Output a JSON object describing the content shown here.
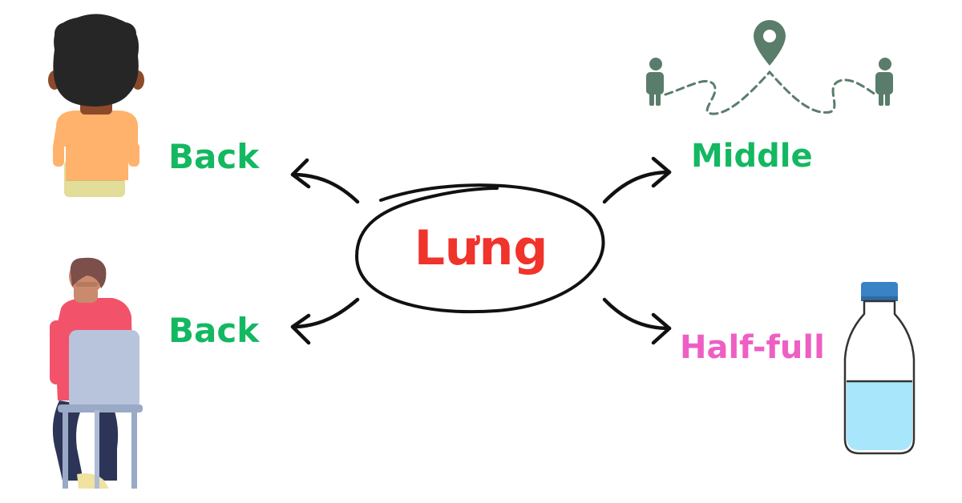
{
  "center": {
    "word": "Lưng"
  },
  "meanings": [
    {
      "label": "Back"
    },
    {
      "label": "Back"
    },
    {
      "label": "Middle"
    },
    {
      "label": "Half-full"
    }
  ],
  "colors": {
    "center_text": "#f0332b",
    "meaning_green": "#13b861",
    "meaning_pink": "#ee5fc4",
    "arrow": "#111111",
    "route_gray_green": "#5a7d6b",
    "shirt_orange": "#ffb26b",
    "shirt_red": "#f2536a",
    "chair_blue": "#b7c4dc",
    "water_blue": "#a8e6fb",
    "cap_blue": "#3a82c6"
  },
  "icons": [
    "boy-back-view-icon",
    "person-on-chair-icon",
    "route-map-pin-icon",
    "water-bottle-icon"
  ]
}
